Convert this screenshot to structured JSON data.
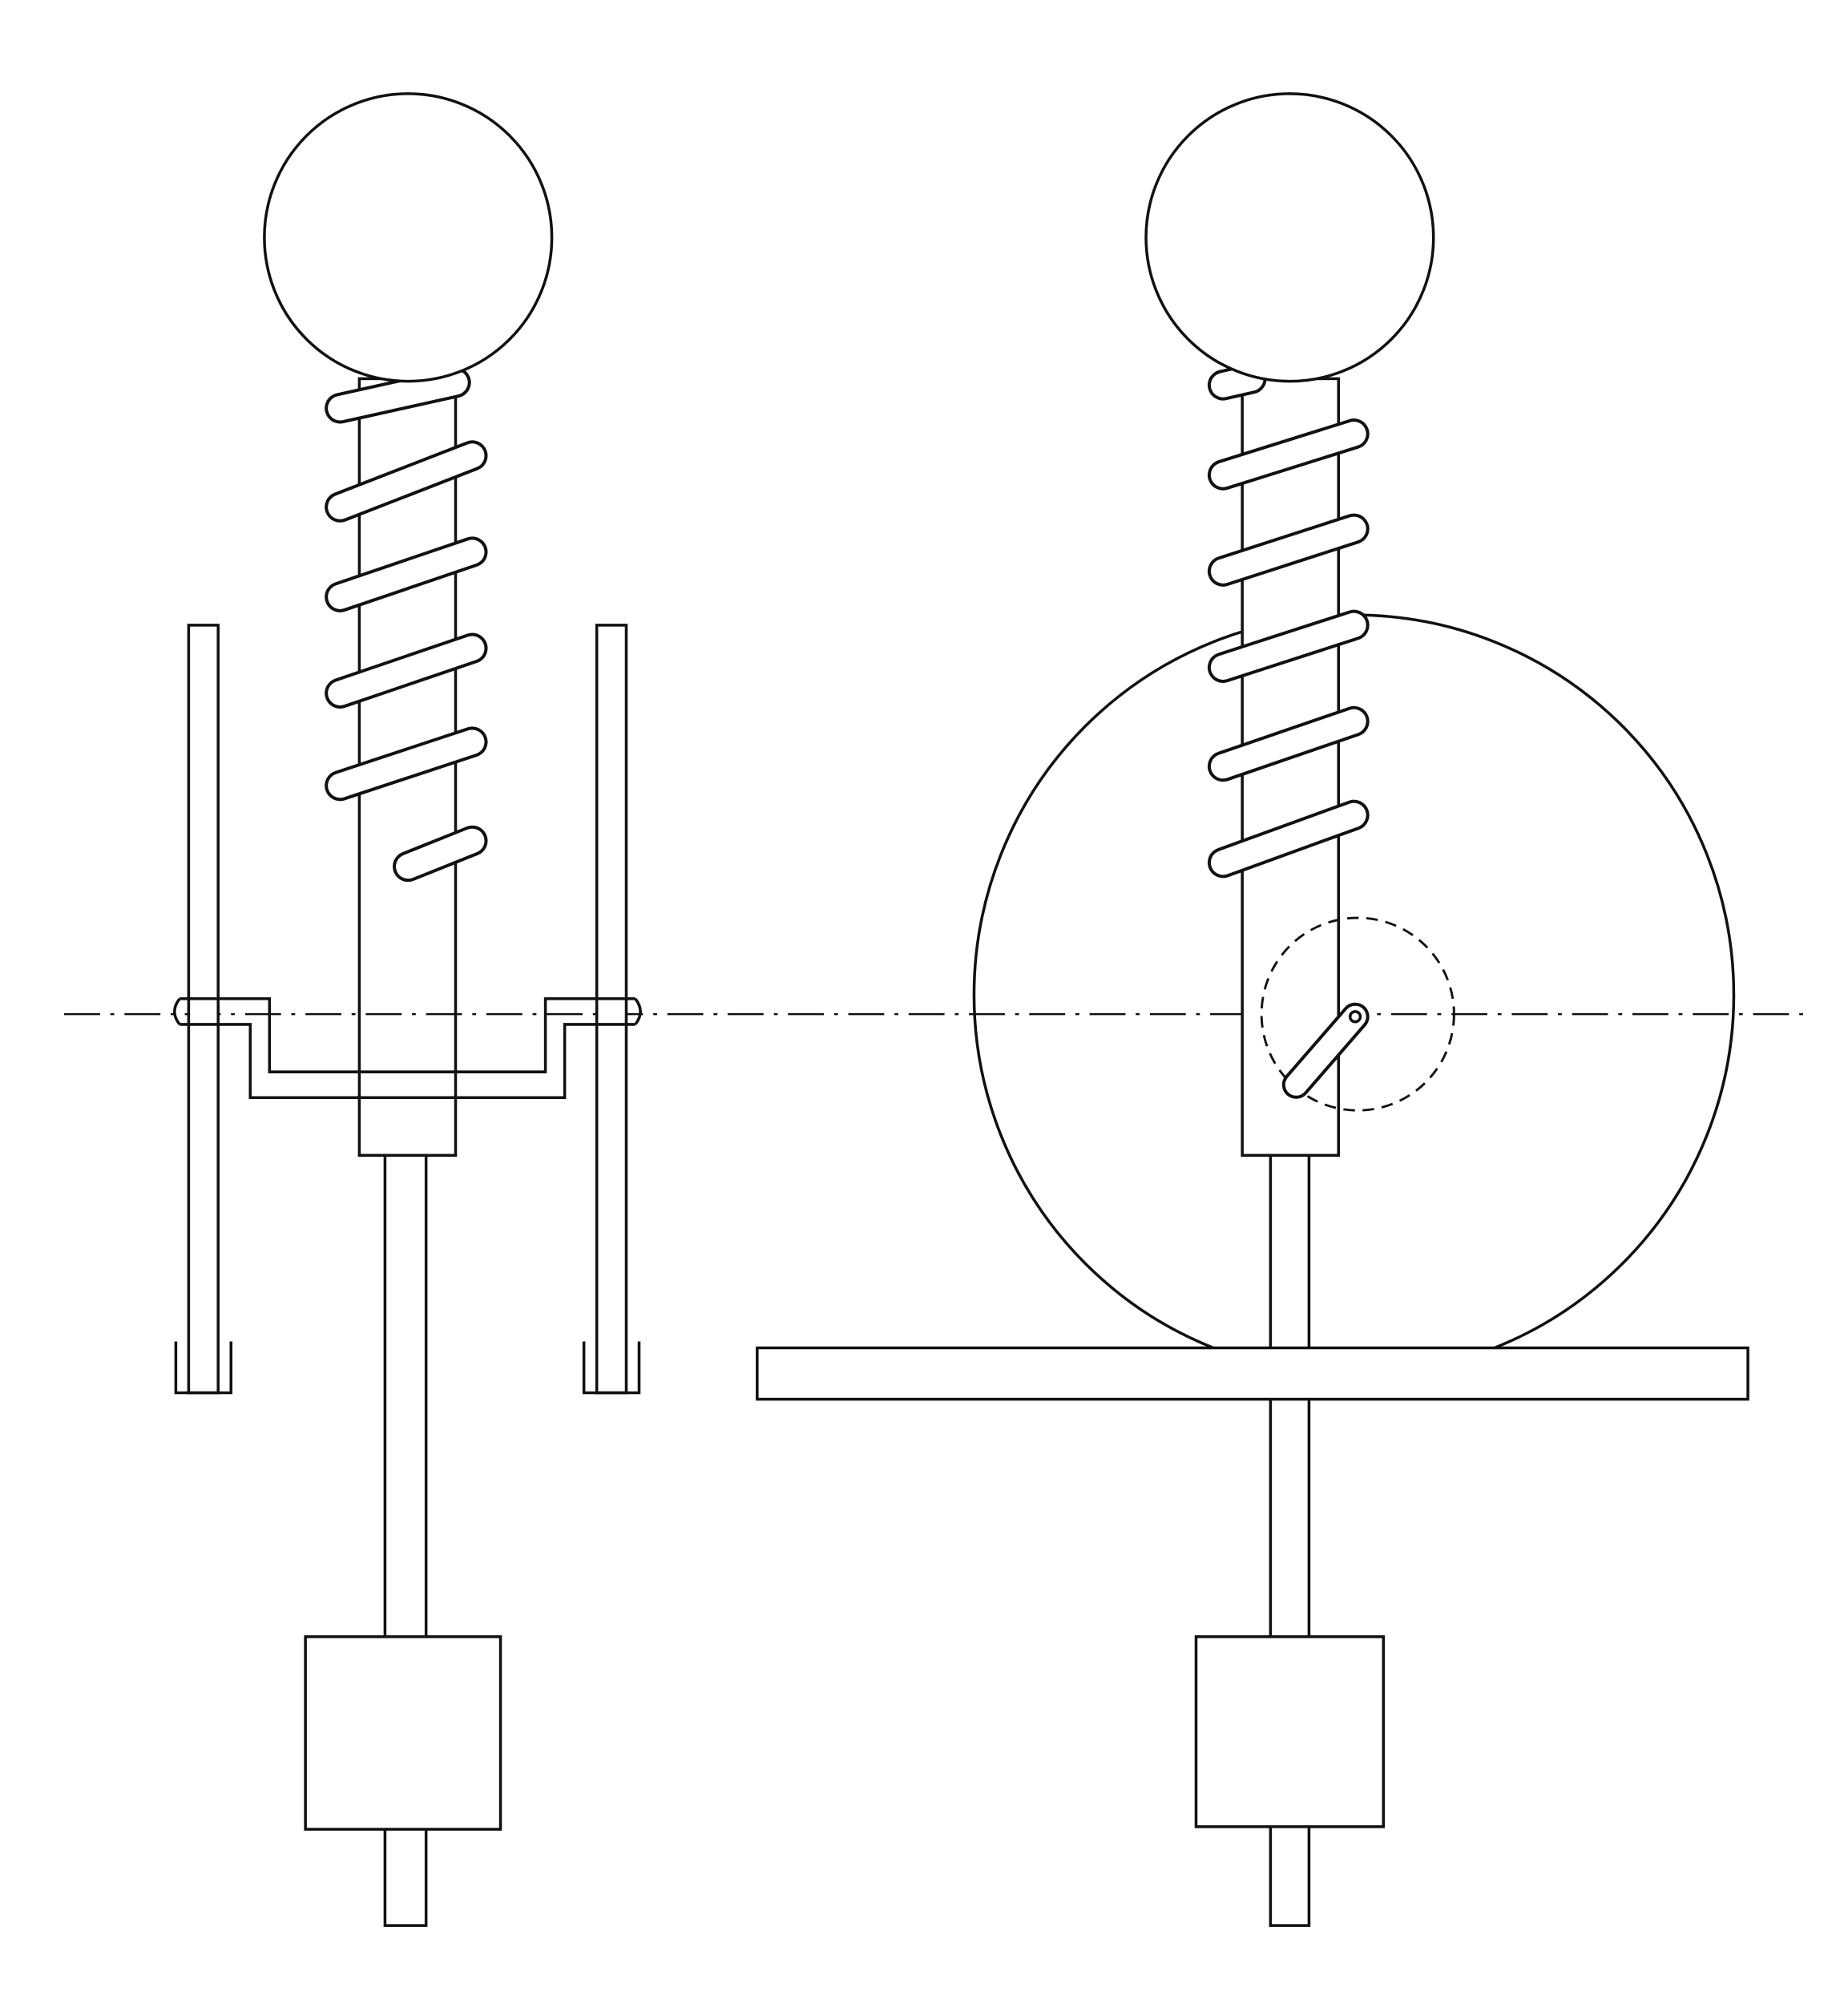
{
  "figure": {
    "type": "technical-drawing",
    "views": [
      "front-view",
      "side-view"
    ],
    "line_color": "#111111",
    "background": "#ffffff"
  }
}
